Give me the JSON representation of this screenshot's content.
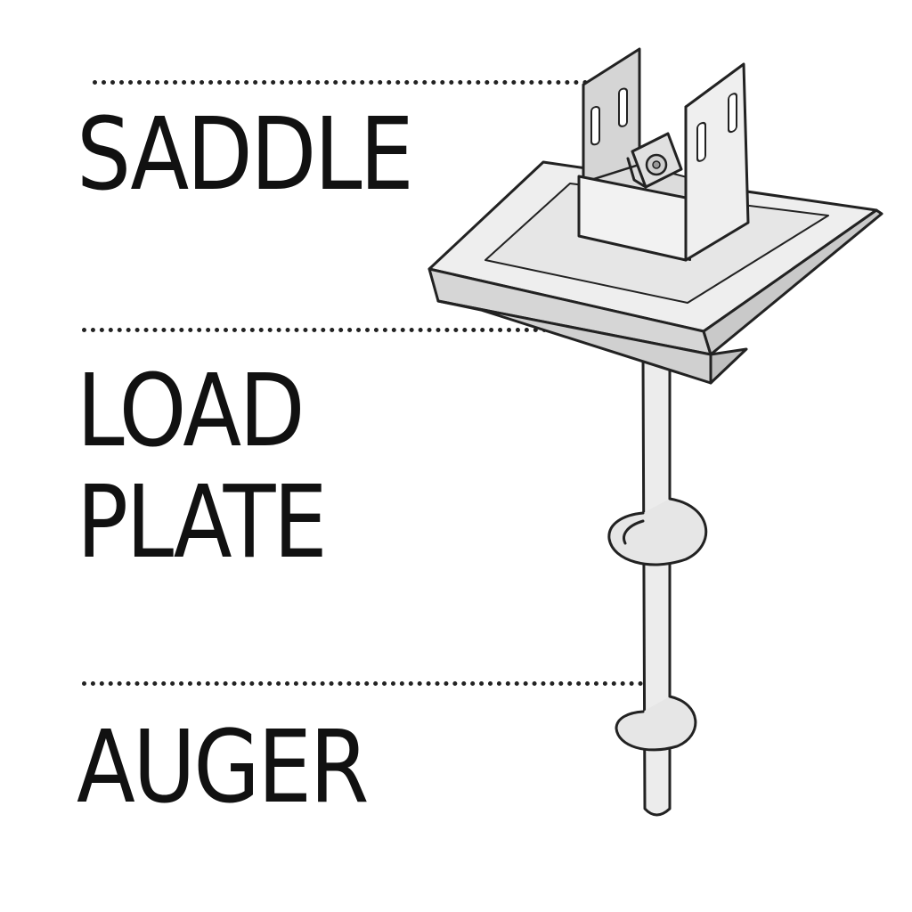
{
  "labels": {
    "saddle": "SADDLE",
    "load_plate_line1": "LOAD",
    "load_plate_line2": "PLATE",
    "auger": "AUGER"
  },
  "colors": {
    "ink": "#111111",
    "metal_light": "#ececec",
    "metal_mid": "#d9d9d9",
    "metal_dark": "#bdbdbd"
  },
  "icons": [
    "helical-pier-illustration"
  ]
}
